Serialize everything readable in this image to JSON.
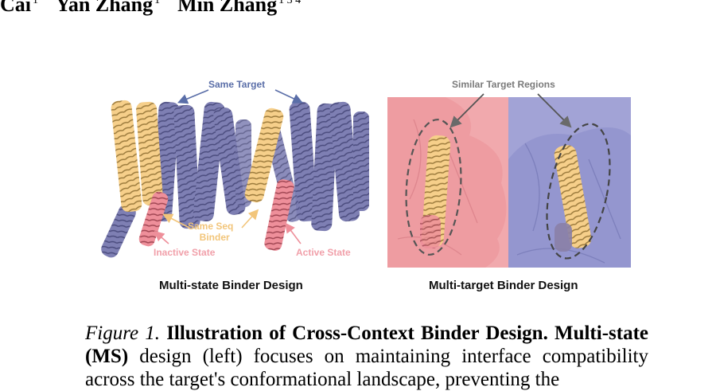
{
  "authors": [
    {
      "name": "Cai",
      "sup": "1"
    },
    {
      "name": "Yan Zhang",
      "sup": "1"
    },
    {
      "name": "Min Zhang",
      "sup": "1 3 4"
    }
  ],
  "figure": {
    "left_panel": {
      "caption": "Multi-state Binder Design",
      "annotations": {
        "same_target": "Same Target",
        "same_seq_binder_line1": "Same Seq",
        "same_seq_binder_line2": "Binder",
        "inactive_state": "Inactive State",
        "active_state": "Active State"
      }
    },
    "right_panel": {
      "caption": "Multi-target Binder Design",
      "annotations": {
        "similar_target_regions": "Similar Target Regions"
      }
    },
    "colors": {
      "target_purple": "#7e7fb3",
      "binder_yellow": "#f6cf8a",
      "inactive_pink": "#ee8f9a",
      "active_pink": "#ee8f9a",
      "surface_pink": "#f1a9ad",
      "surface_lavender": "#9d9fd3",
      "annotation_blue": "#5a6ea8",
      "annotation_grey": "#7a7a7a"
    }
  },
  "caption": {
    "label": "Figure 1.",
    "title": "Illustration of Cross-Context Binder Design.",
    "term": "Multi-state (MS)",
    "body": "design (left) focuses on maintaining interface compatibility across the target's conformational landscape, preventing the"
  }
}
